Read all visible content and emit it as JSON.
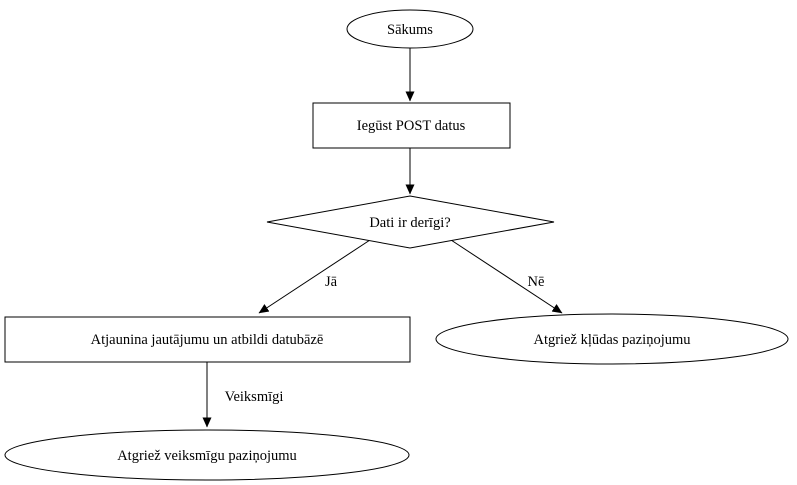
{
  "diagram": {
    "title": "flowchart",
    "nodes": {
      "start": {
        "label": "Sākums",
        "shape": "ellipse"
      },
      "get_post": {
        "label": "Iegūst POST datus",
        "shape": "rect"
      },
      "decision": {
        "label": "Dati ir derīgi?",
        "shape": "diamond"
      },
      "update_db": {
        "label": "Atjaunina jautājumu un atbildi datubāzē",
        "shape": "rect"
      },
      "error_msg": {
        "label": "Atgriež kļūdas paziņojumu",
        "shape": "ellipse"
      },
      "success_msg": {
        "label": "Atgriež veiksmīgu paziņojumu",
        "shape": "ellipse"
      }
    },
    "edges": {
      "start_to_post": {
        "label": ""
      },
      "post_to_decision": {
        "label": ""
      },
      "decision_to_update": {
        "label": "Jā"
      },
      "decision_to_error": {
        "label": "Nē"
      },
      "update_to_success": {
        "label": "Veiksmīgi"
      }
    },
    "colors": {
      "stroke": "#000000",
      "fill": "#ffffff",
      "text": "#000000"
    }
  }
}
